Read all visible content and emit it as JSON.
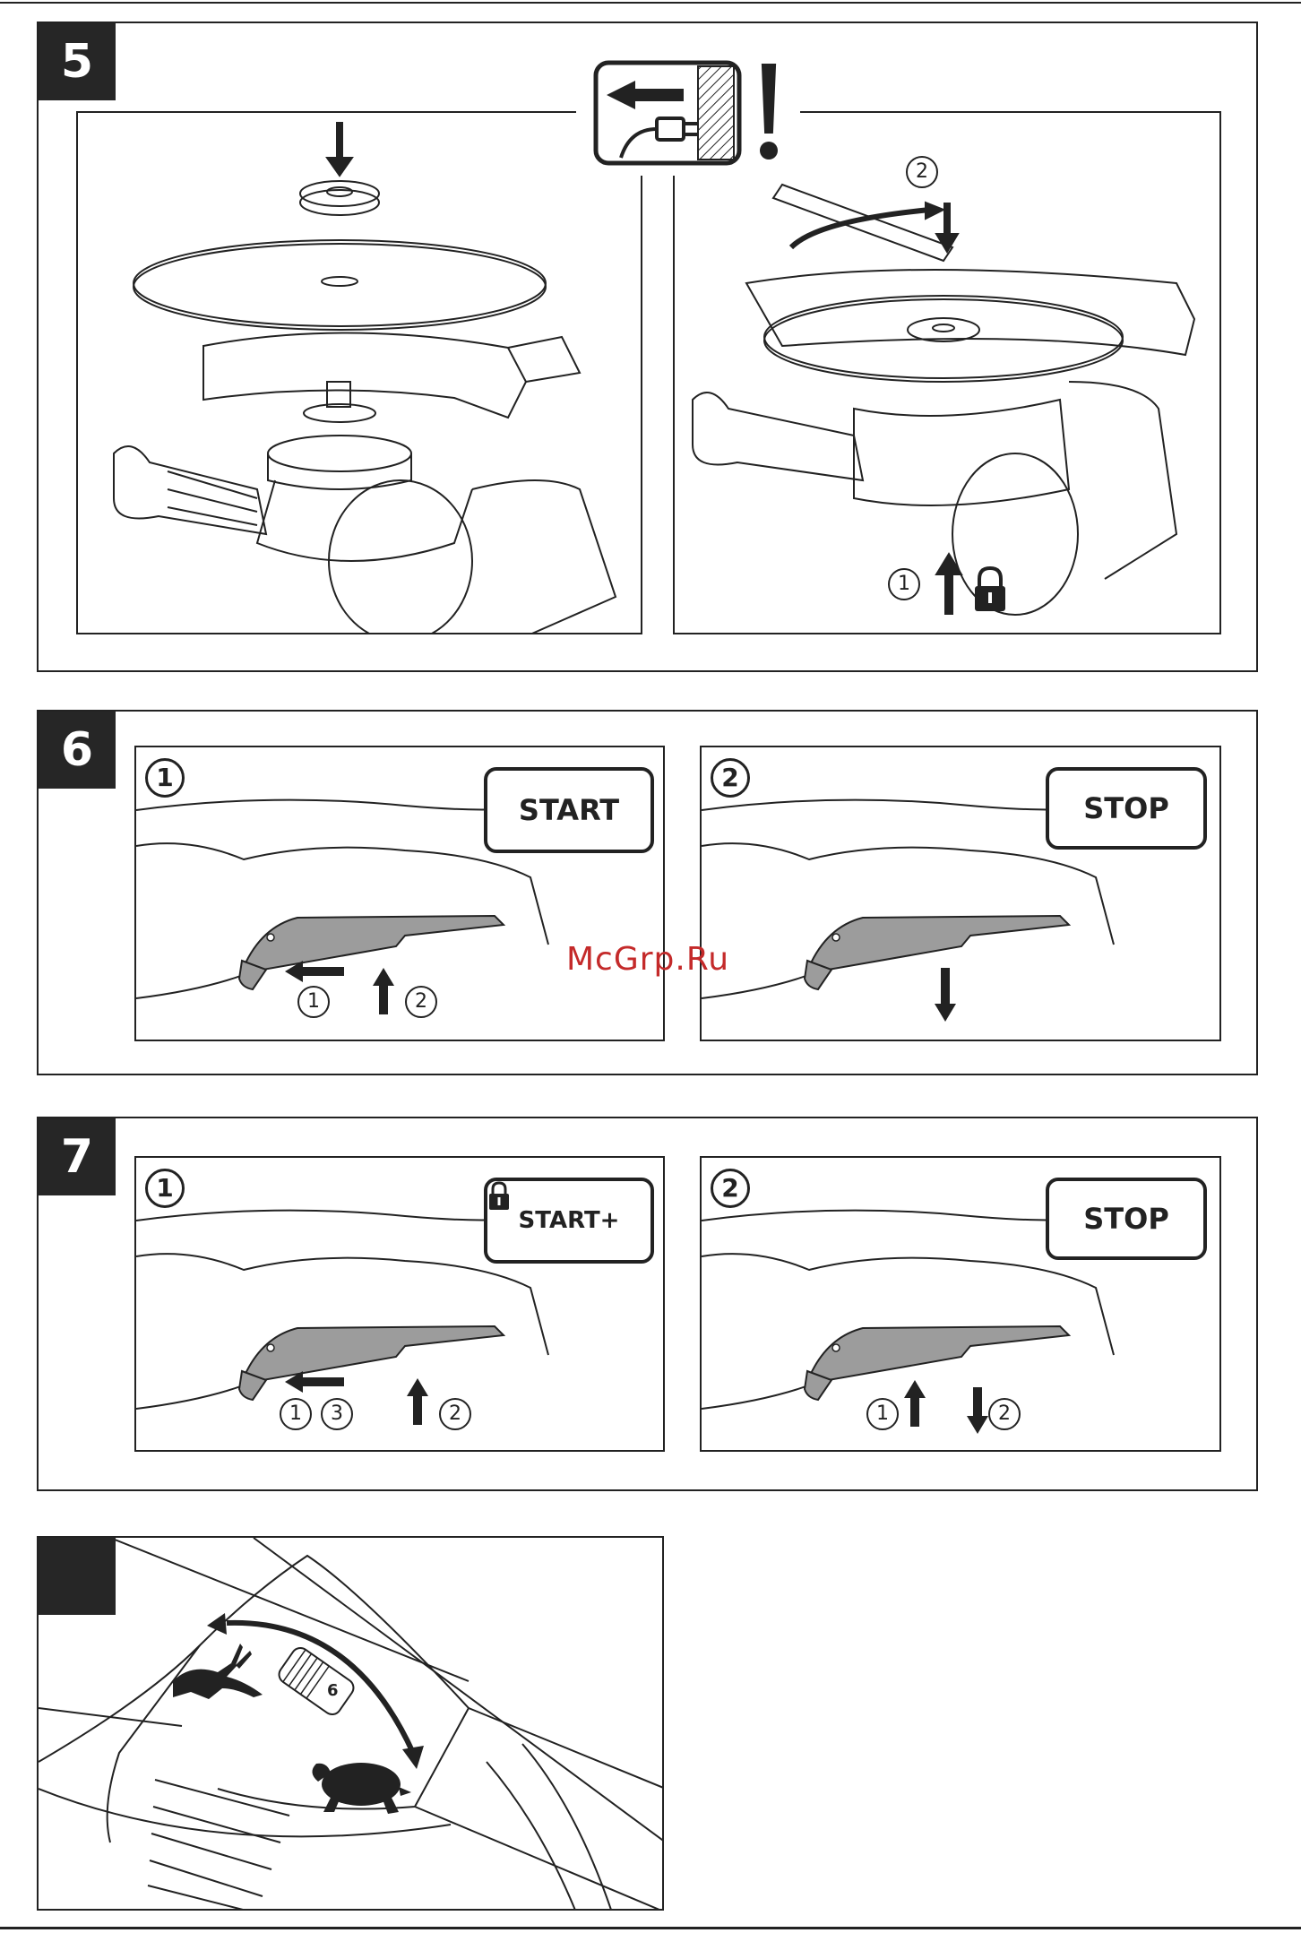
{
  "watermark": "McGrp.Ru",
  "sections": {
    "s5": {
      "number": "5",
      "callout_top": "2",
      "callout_bottom": "1"
    },
    "s6": {
      "number": "6",
      "left": {
        "step": "1",
        "badge": "START",
        "n1": "1",
        "n2": "2"
      },
      "right": {
        "step": "2",
        "badge": "STOP"
      }
    },
    "s7": {
      "number": "7",
      "left": {
        "step": "1",
        "badge": "START+",
        "n1": "1",
        "n3": "3",
        "n2": "2"
      },
      "right": {
        "step": "2",
        "badge": "STOP",
        "n1": "1",
        "n2": "2"
      }
    },
    "s8": {
      "number": "",
      "dial_value": "6"
    }
  },
  "icons": {
    "warning": "unplug-warning-icon",
    "lock": "padlock-icon",
    "fast": "hare-icon",
    "slow": "tortoise-icon"
  }
}
